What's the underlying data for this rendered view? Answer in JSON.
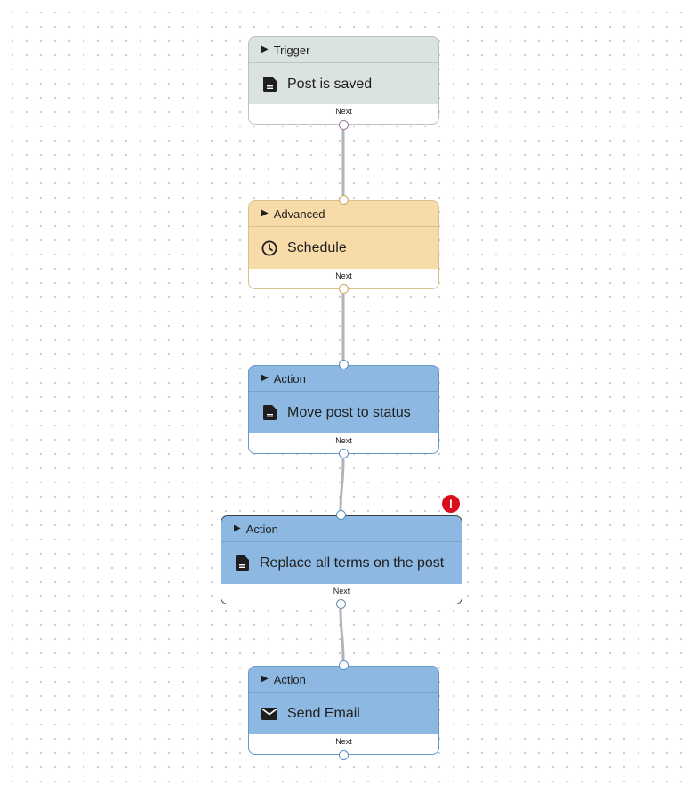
{
  "workflow": {
    "nodes": [
      {
        "type": "Trigger",
        "title": "Post is saved",
        "icon": "document-icon",
        "output_label": "Next"
      },
      {
        "type": "Advanced",
        "title": "Schedule",
        "icon": "clock-icon",
        "output_label": "Next"
      },
      {
        "type": "Action",
        "title": "Move post to status",
        "icon": "document-icon",
        "output_label": "Next"
      },
      {
        "type": "Action",
        "title": "Replace all terms on the post",
        "icon": "document-icon",
        "output_label": "Next",
        "has_error": true,
        "selected": true
      },
      {
        "type": "Action",
        "title": "Send Email",
        "icon": "envelope-icon",
        "output_label": "Next"
      }
    ],
    "error_badge": "!"
  },
  "colors": {
    "trigger_fill": "#dbe3de",
    "advanced_fill": "#f7dba9",
    "action_fill": "#8cb8e2",
    "connector": "#b3b3bd",
    "error": "#d90d1b"
  }
}
